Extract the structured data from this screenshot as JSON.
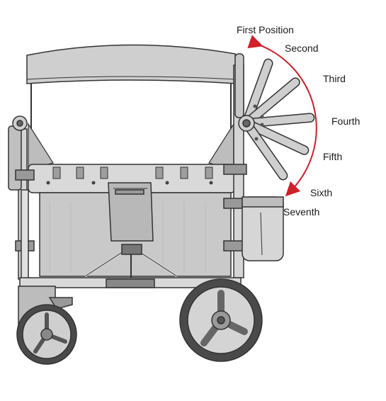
{
  "diagram": {
    "positions": [
      "First Position",
      "Second",
      "Third",
      "Fourth",
      "Fifth",
      "Sixth",
      "Seventh"
    ]
  },
  "colors": {
    "arrow": "#d0202a",
    "outline": "#333333",
    "body_fill": "#d9d9d9",
    "panel_fill": "#c9c9c9",
    "tire": "#4a4a4a"
  }
}
